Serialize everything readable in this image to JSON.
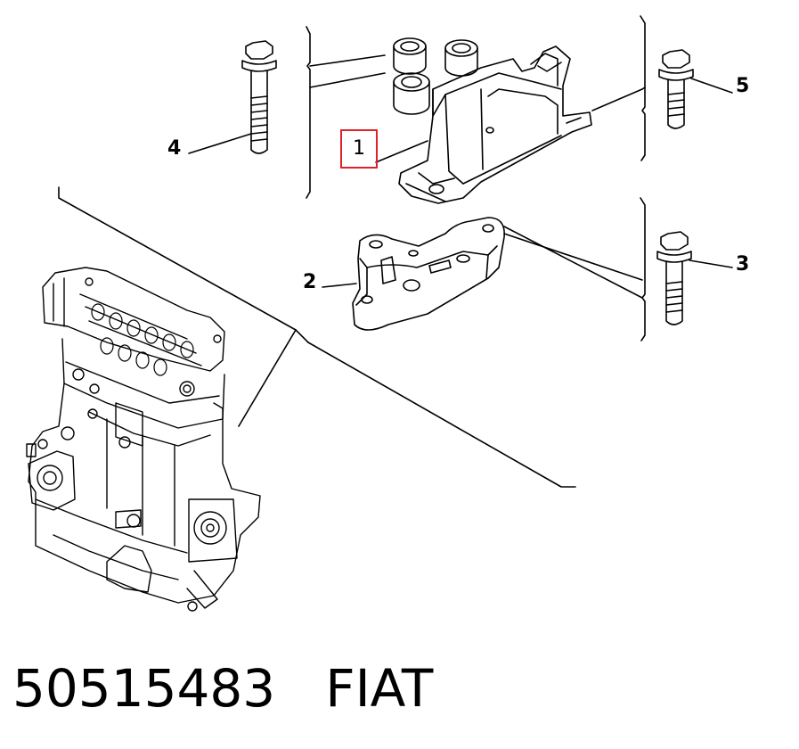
{
  "callouts": {
    "part1": "1",
    "part2": "2",
    "part3": "3",
    "part4": "4",
    "part5": "5"
  },
  "caption": {
    "part_number": "50515483",
    "brand": "FIAT"
  },
  "colors": {
    "highlight": "#e0202a",
    "ink": "#000000"
  }
}
